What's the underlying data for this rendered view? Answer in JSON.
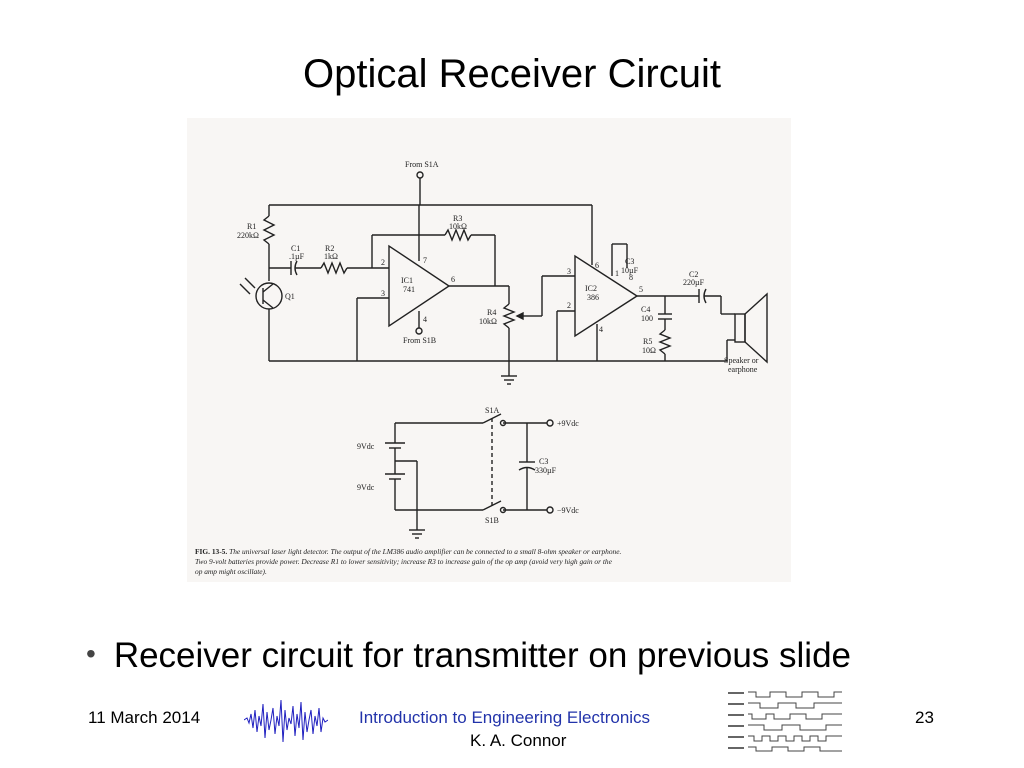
{
  "slide": {
    "title": "Optical Receiver Circuit",
    "bullet": "Receiver circuit for transmitter on previous slide"
  },
  "footer": {
    "date": "11 March 2014",
    "course": "Introduction to Engineering Electronics",
    "author": "K. A. Connor",
    "page": "23"
  },
  "circuit": {
    "labels": {
      "from_s1a": "From S1A",
      "from_s1b": "From S1B",
      "r1": "R1",
      "r1_val": "220kΩ",
      "c1": "C1",
      "c1_val": ".1µF",
      "r2": "R2",
      "r2_val": "1kΩ",
      "r3": "R3",
      "r3_val": "10kΩ",
      "ic1": "IC1",
      "ic1_part": "741",
      "q1": "Q1",
      "r4": "R4",
      "r4_val": "10kΩ",
      "ic2": "IC2",
      "ic2_part": "386",
      "c3": "C3",
      "c3_val": "10µF",
      "c2": "C2",
      "c2_val": "220µF",
      "c4": "C4",
      "c4_val": "100",
      "r5": "R5",
      "r5_val": "10Ω",
      "speaker": "Speaker or",
      "speaker2": "earphone",
      "s1a": "S1A",
      "s1b": "S1B",
      "plus9": "+9Vdc",
      "minus9": "−9Vdc",
      "batt1": "9Vdc",
      "batt2": "9Vdc",
      "c3b": "C3",
      "c3b_val": "330µF",
      "pin2": "2",
      "pin3": "3",
      "pin4": "4",
      "pin6": "6",
      "pin7": "7",
      "pin2b": "2",
      "pin3b": "3",
      "pin4b": "4",
      "pin5b": "5",
      "pin6b": "6",
      "pin1b": "1",
      "pin8b": "8"
    },
    "caption_bold": "FIG. 13-5.",
    "caption_line1": "The universal laser light detector. The output of the LM386 audio amplifier can be connected to a small 8-ohm speaker or earphone.",
    "caption_line2": "Two 9-volt batteries provide power. Decrease R1 to lower sensitivity; increase R3 to increase gain of the op amp (avoid very high gain or the",
    "caption_line3": "op amp might oscillate)."
  },
  "colors": {
    "course_link": "#2233aa",
    "wave": "#2020c0",
    "figure_bg": "#f8f6f4"
  },
  "icons": {
    "left_logo": "waveform-logo",
    "right_logo": "timing-diagram-logo"
  }
}
